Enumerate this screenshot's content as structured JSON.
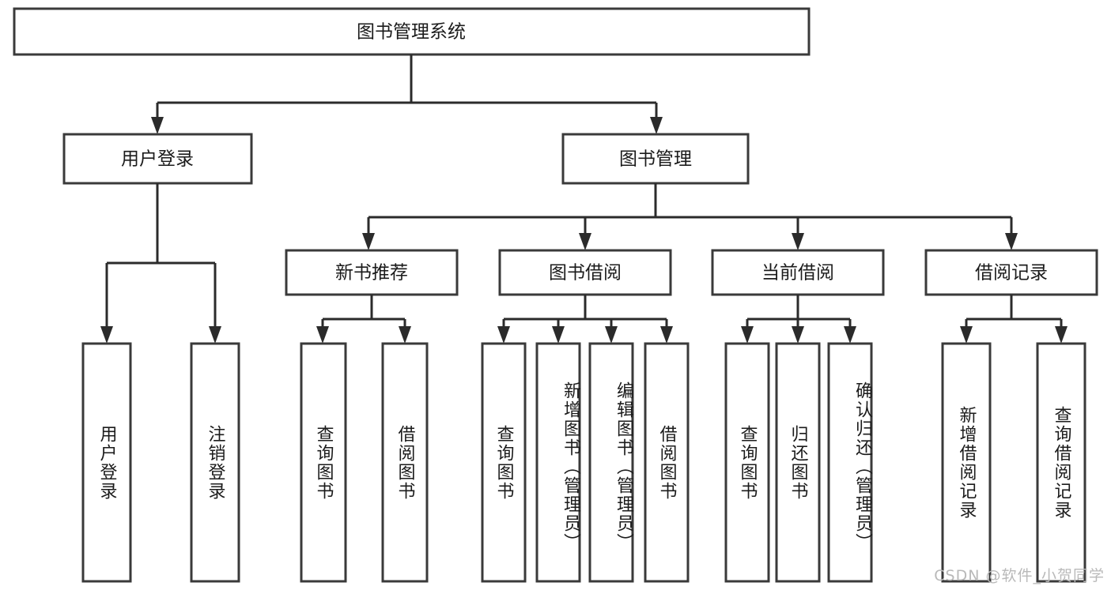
{
  "diagram": {
    "title": "图书管理系统",
    "type": "tree-hierarchy-chart",
    "colors": {
      "box_stroke": "#3a3a3a",
      "box_fill": "#ffffff",
      "connector": "#2b2b2b",
      "text": "#1b1b1b",
      "watermark": "#b9b9b9",
      "background": "#ffffff"
    },
    "root": {
      "label": "图书管理系统"
    },
    "level2": [
      {
        "label": "用户登录"
      },
      {
        "label": "图书管理"
      }
    ],
    "level3": [
      {
        "label": "新书推荐"
      },
      {
        "label": "图书借阅"
      },
      {
        "label": "当前借阅"
      },
      {
        "label": "借阅记录"
      }
    ],
    "leaves": {
      "user_login": [
        {
          "label": "用户登录"
        },
        {
          "label": "注销登录"
        }
      ],
      "new_book_recommend": [
        {
          "label": "查询图书"
        },
        {
          "label": "借阅图书"
        }
      ],
      "book_borrow": [
        {
          "label": "查询图书"
        },
        {
          "label": "新增图书（管理员）"
        },
        {
          "label": "编辑图书（管理员）"
        },
        {
          "label": "借阅图书"
        }
      ],
      "current_borrow": [
        {
          "label": "查询图书"
        },
        {
          "label": "归还图书"
        },
        {
          "label": "确认归还（管理员）"
        }
      ],
      "borrow_record": [
        {
          "label": "新增借阅记录"
        },
        {
          "label": "查询借阅记录"
        }
      ]
    },
    "watermark": "CSDN @软件_小贺同学"
  }
}
